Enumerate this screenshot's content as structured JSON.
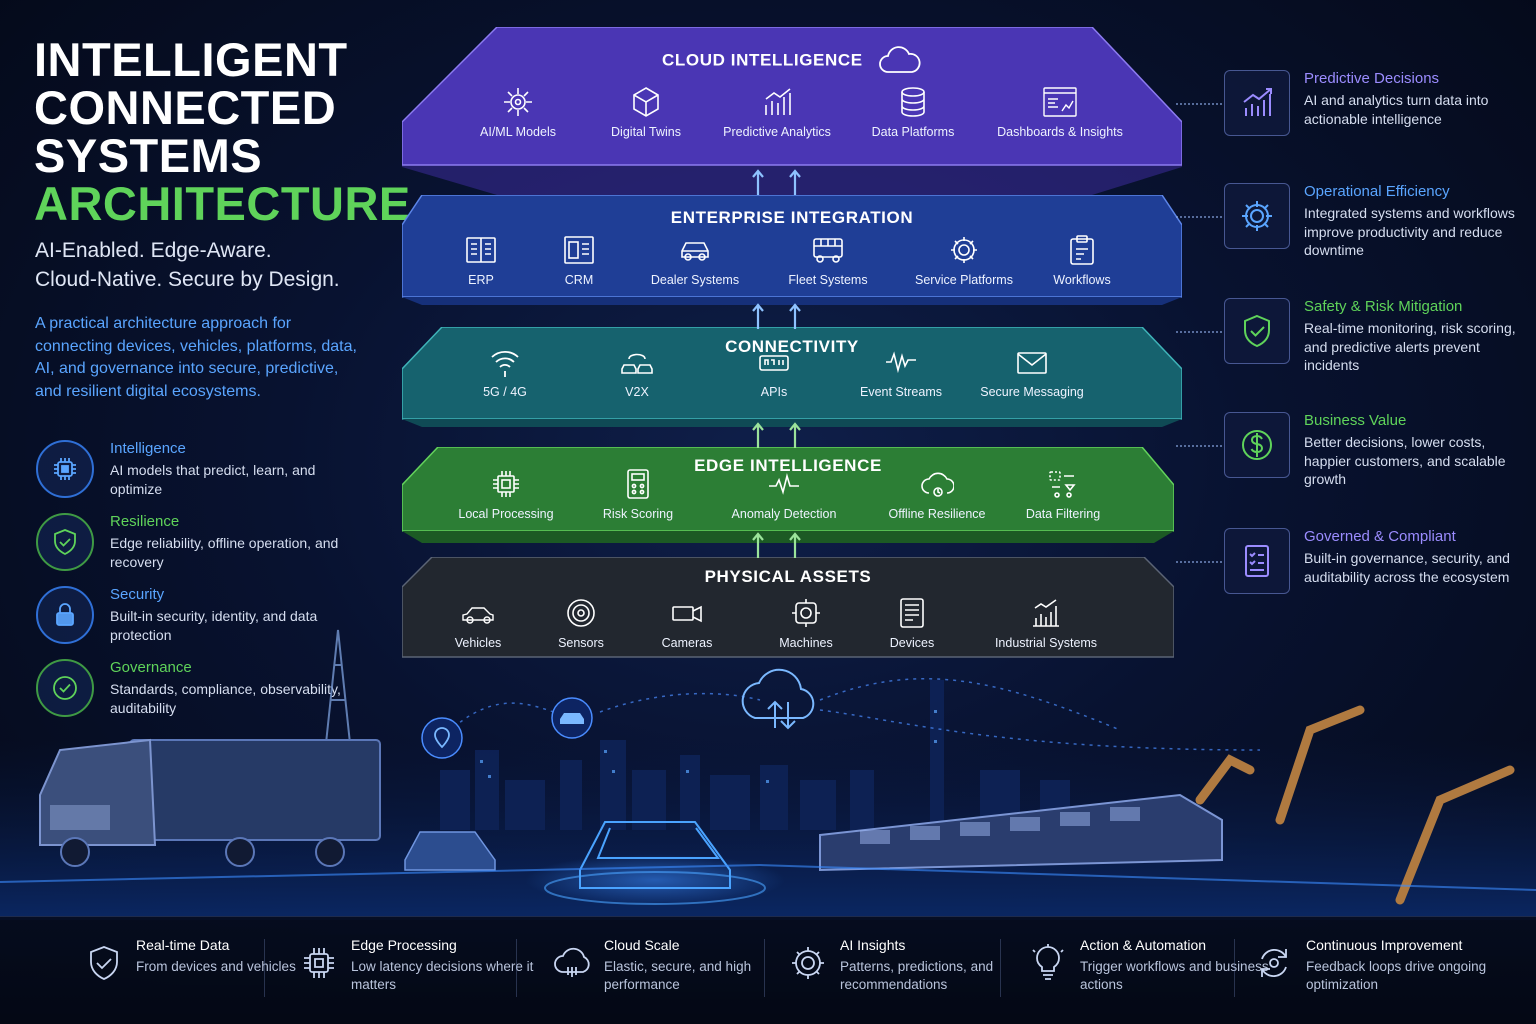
{
  "title": {
    "line1": "INTELLIGENT",
    "line2": "CONNECTED",
    "line3": "SYSTEMS",
    "line4": "ARCHITECTURE"
  },
  "tagline": {
    "line1": "AI-Enabled. Edge-Aware.",
    "line2": "Cloud-Native. Secure by Design."
  },
  "intro": "A practical architecture approach for connecting devices, vehicles, platforms, data, AI, and governance into secure, predictive, and resilient digital ecosystems.",
  "pillars": [
    {
      "title": "Intelligence",
      "desc": "AI models that predict, learn, and optimize",
      "icon": "chip-icon",
      "color": "#5aa5ff"
    },
    {
      "title": "Resilience",
      "desc": "Edge reliability, offline operation, and recovery",
      "icon": "shield-check-icon",
      "color": "#5fd35a"
    },
    {
      "title": "Security",
      "desc": "Built-in security, identity, and data protection",
      "icon": "lock-icon",
      "color": "#5aa5ff"
    },
    {
      "title": "Governance",
      "desc": "Standards, compliance, observability, auditability",
      "icon": "check-circle-icon",
      "color": "#5fd35a"
    }
  ],
  "layers": [
    {
      "title": "CLOUD INTELLIGENCE",
      "color": "#5a3fc4",
      "items": [
        "AI/ML Models",
        "Digital Twins",
        "Predictive Analytics",
        "Data Platforms",
        "Dashboards & Insights"
      ]
    },
    {
      "title": "ENTERPRISE INTEGRATION",
      "color": "#2448a8",
      "items": [
        "ERP",
        "CRM",
        "Dealer Systems",
        "Fleet Systems",
        "Service Platforms",
        "Workflows"
      ]
    },
    {
      "title": "CONNECTIVITY",
      "color": "#1a6b78",
      "items": [
        "5G / 4G",
        "V2X",
        "APIs",
        "Event Streams",
        "Secure Messaging"
      ]
    },
    {
      "title": "EDGE INTELLIGENCE",
      "color": "#2f8a3a",
      "items": [
        "Local Processing",
        "Risk Scoring",
        "Anomaly Detection",
        "Offline Resilience",
        "Data Filtering"
      ]
    },
    {
      "title": "PHYSICAL ASSETS",
      "color": "#262b38",
      "items": [
        "Vehicles",
        "Sensors",
        "Cameras",
        "Machines",
        "Devices",
        "Industrial Systems"
      ]
    }
  ],
  "benefits": [
    {
      "title": "Predictive Decisions",
      "desc": "AI and analytics turn data into actionable intelligence",
      "color": "#9b8cff",
      "icon": "bar-chart-icon"
    },
    {
      "title": "Operational Efficiency",
      "desc": "Integrated systems and workflows improve productivity and reduce downtime",
      "color": "#5aa5ff",
      "icon": "gear-icon"
    },
    {
      "title": "Safety & Risk Mitigation",
      "desc": "Real-time monitoring, risk scoring, and predictive alerts prevent incidents",
      "color": "#5fd35a",
      "icon": "shield-check-icon"
    },
    {
      "title": "Business Value",
      "desc": "Better decisions, lower costs, happier customers, and scalable growth",
      "color": "#5fd35a",
      "icon": "dollar-icon"
    },
    {
      "title": "Governed & Compliant",
      "desc": "Built-in governance, security, and auditability across the ecosystem",
      "color": "#9b8cff",
      "icon": "checklist-icon"
    }
  ],
  "footer": [
    {
      "title": "Real-time Data",
      "desc": "From devices and vehicles",
      "icon": "shield-check-icon"
    },
    {
      "title": "Edge Processing",
      "desc": "Low latency decisions where it matters",
      "icon": "chip-icon"
    },
    {
      "title": "Cloud Scale",
      "desc": "Elastic, secure, and high performance",
      "icon": "cloud-icon"
    },
    {
      "title": "AI Insights",
      "desc": "Patterns, predictions, and recommendations",
      "icon": "gear-icon"
    },
    {
      "title": "Action & Automation",
      "desc": "Trigger workflows and business actions",
      "icon": "lightbulb-icon"
    },
    {
      "title": "Continuous Improvement",
      "desc": "Feedback loops drive ongoing optimization",
      "icon": "cycle-icon"
    }
  ]
}
